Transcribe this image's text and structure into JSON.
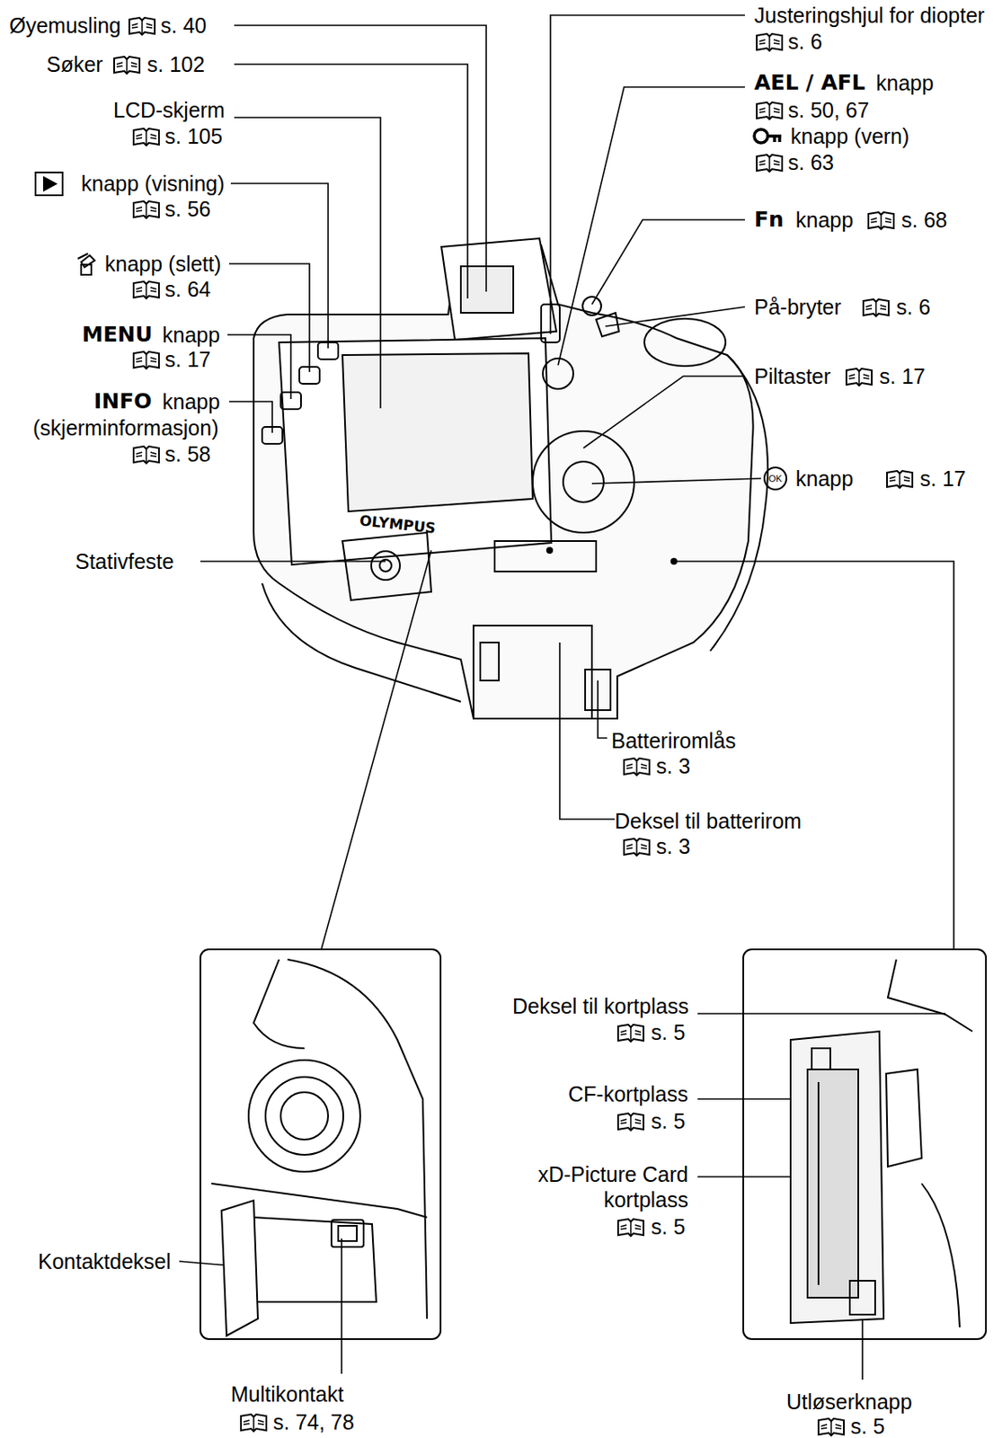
{
  "diagram": {
    "labels": [
      "Øyemusling",
      "s. 40",
      "Søker",
      "s. 102",
      "LCD-skjerm",
      "s. 105",
      "knapp (visning)",
      "s. 56",
      "knapp (slett)",
      "s. 64",
      "MENU",
      "knapp",
      "s. 17",
      "INFO",
      "knapp",
      "(skjerminformasjon)",
      "s. 58",
      "Stativfeste",
      "OLYMPUS",
      "Justeringshjul for diopter",
      "s. 6",
      "AEL / AFL",
      "knapp",
      "s. 50, 67",
      "knapp (vern)",
      "s. 63",
      "Fn",
      "knapp",
      "s. 68",
      "På-bryter",
      "s. 6",
      "Piltaster",
      "s. 17",
      "OK",
      "knapp",
      "s. 17",
      "Batteriromlås",
      "s. 3",
      "Deksel til batterirom",
      "s. 3",
      "Deksel til kortplass",
      "s. 5",
      "CF-kortplass",
      "s. 5",
      "xD-Picture Card kortplass",
      "s. 5",
      "Kontaktdeksel",
      "Multikontakt",
      "s. 74, 78",
      "Utløserknapp",
      "s. 5"
    ]
  }
}
